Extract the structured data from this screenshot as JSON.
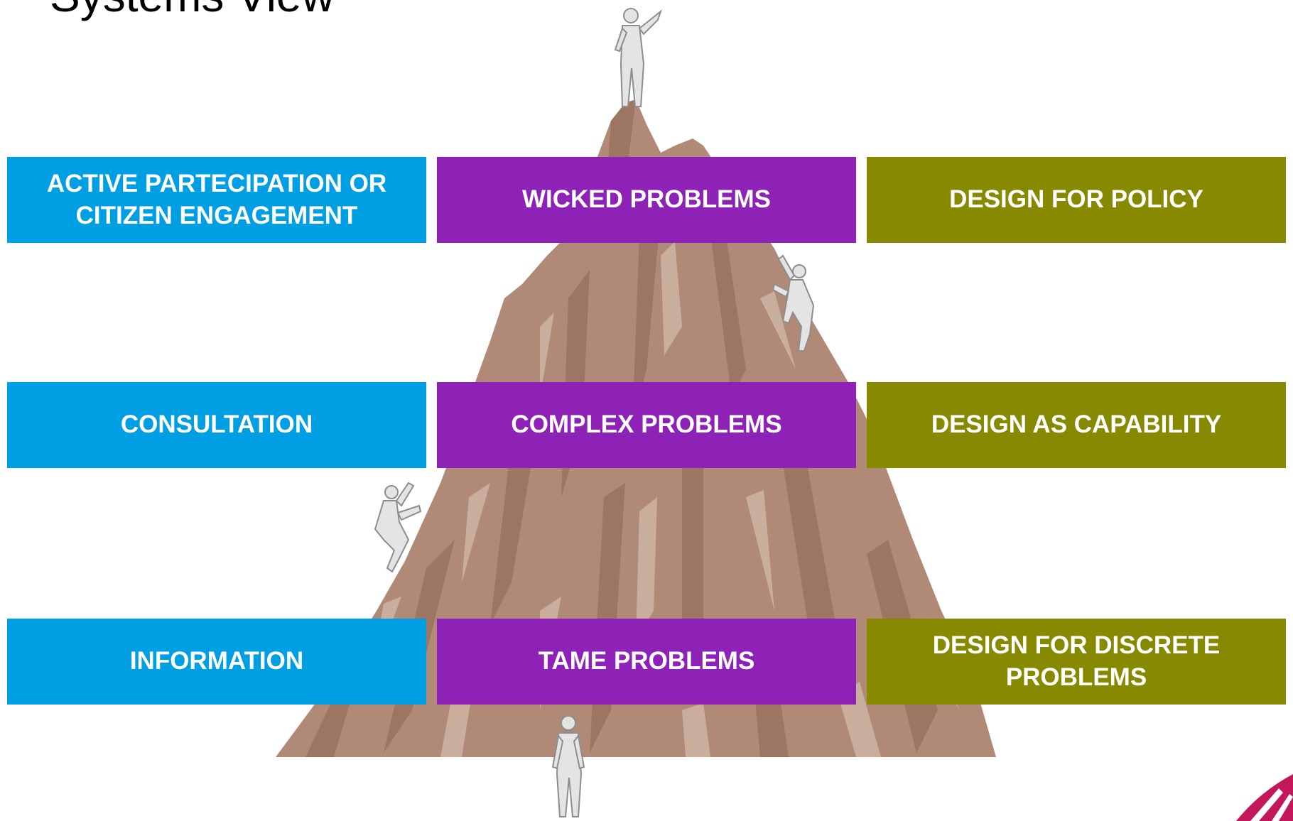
{
  "title": "Systems View",
  "columns": {
    "participation": {
      "color": "#009fe3",
      "items": [
        "ACTIVE PARTECIPATION OR CITIZEN ENGAGEMENT",
        "CONSULTATION",
        "INFORMATION"
      ]
    },
    "problems": {
      "color": "#8f22b6",
      "items": [
        "WICKED PROBLEMS",
        "COMPLEX PROBLEMS",
        "TAME PROBLEMS"
      ]
    },
    "design": {
      "color": "#878a00",
      "items": [
        "DESIGN FOR POLICY",
        "DESIGN AS CAPABILITY",
        "DESIGN FOR DISCRETE PROBLEMS"
      ]
    }
  },
  "illustration": {
    "subject": "mountain-with-climbers",
    "mountain_color": "#b08a76"
  }
}
